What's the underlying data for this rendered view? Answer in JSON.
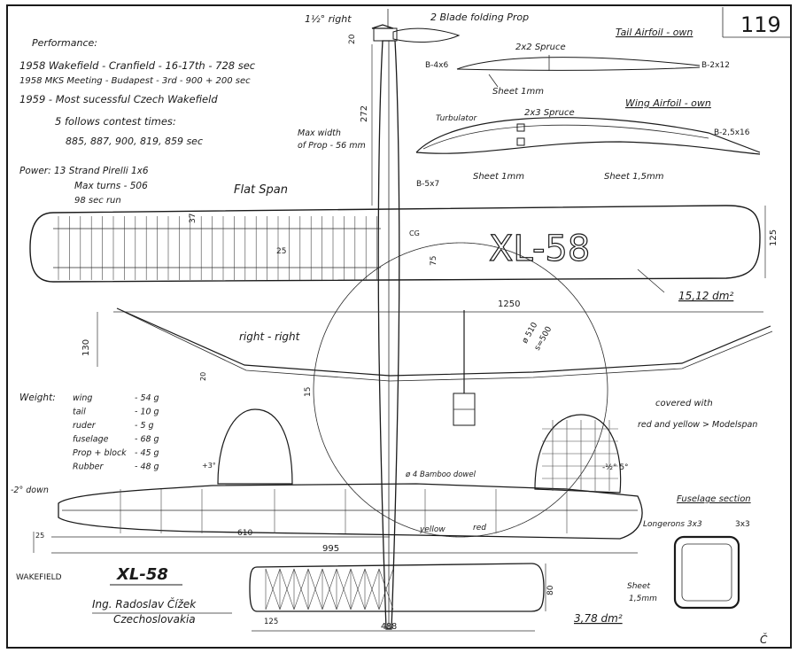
{
  "page_number": "119",
  "prop": {
    "right_thrust": "1½° right",
    "label": "2 Blade folding Prop",
    "hub_dim": "20"
  },
  "performance": {
    "heading": "Performance:",
    "lines": [
      "1958 Wakefield - Cranfield - 16-17th - 728 sec",
      "1958 MKS Meeting - Budapest - 3rd - 900 + 200 sec",
      "1959 - Most sucessful Czech Wakefield",
      "5 follows contest times:",
      "885, 887, 900, 819, 859 sec"
    ]
  },
  "power": {
    "lines": [
      "Power: 13 Strand Pirelli 1x6",
      "Max turns - 506",
      "98 sec run"
    ]
  },
  "prop_width": [
    "Max width",
    "of Prop - 56 mm"
  ],
  "tail_airfoil": {
    "title": "Tail Airfoil - own",
    "spar": "2x2 Spruce",
    "le": "B-4x6",
    "te": "B-2x12",
    "sheet": "Sheet 1mm"
  },
  "wing_airfoil": {
    "title": "Wing Airfoil - own",
    "turbulator": "Turbulator",
    "spar": "2x3 Spruce",
    "te": "B-2,5x16",
    "le": "B-5x7",
    "sheet1": "Sheet 1mm",
    "sheet2": "Sheet 1,5mm"
  },
  "dims": {
    "nose_to_wing": "272",
    "chord_root": "37",
    "rib_spacing": "25",
    "center_chord": "75",
    "wing_chord": "125",
    "cg": "CG",
    "span": "1250",
    "dihedral": "130",
    "tip_rise": "20",
    "center_rise": "15",
    "fuselage_wing": "610",
    "fuselage_len": "995",
    "nose": "25",
    "stab_chord": "80",
    "stab_rib": "125",
    "stab_span": "488",
    "circle_a": "ø 510",
    "circle_b": "s=500"
  },
  "wing_area": "15,12 dm²",
  "stab_area": "3,78 dm²",
  "flat_span": "Flat Span",
  "right_right": "right - right",
  "model_name": "XL-58",
  "weight": {
    "heading": "Weight:",
    "rows": [
      [
        "wing",
        "- 54 g"
      ],
      [
        "tail",
        "- 10 g"
      ],
      [
        "ruder",
        "- 5 g"
      ],
      [
        "fuselage",
        "- 68 g"
      ],
      [
        "Prop + block",
        "- 45 g"
      ],
      [
        "Rubber",
        "- 48 g"
      ]
    ]
  },
  "covering": [
    "covered with",
    "red and yellow > Modelspan"
  ],
  "fin_angle": "+3°",
  "downthrust": "-2° down",
  "bamboo": "ø 4 Bamboo dowel",
  "tail_angle": "-½° 5°",
  "fuselage_colors": [
    "yellow",
    "red"
  ],
  "fuselage_section": {
    "title": "Fuselage section",
    "longerons": "Longerons 3x3",
    "dim": "3x3",
    "sheet": [
      "Sheet",
      "1,5mm"
    ]
  },
  "credits": {
    "type": "WAKEFIELD",
    "name": "XL-58",
    "designer": "Ing. Radoslav Čížek",
    "country": "Czechoslovakia"
  },
  "signature": "Č"
}
